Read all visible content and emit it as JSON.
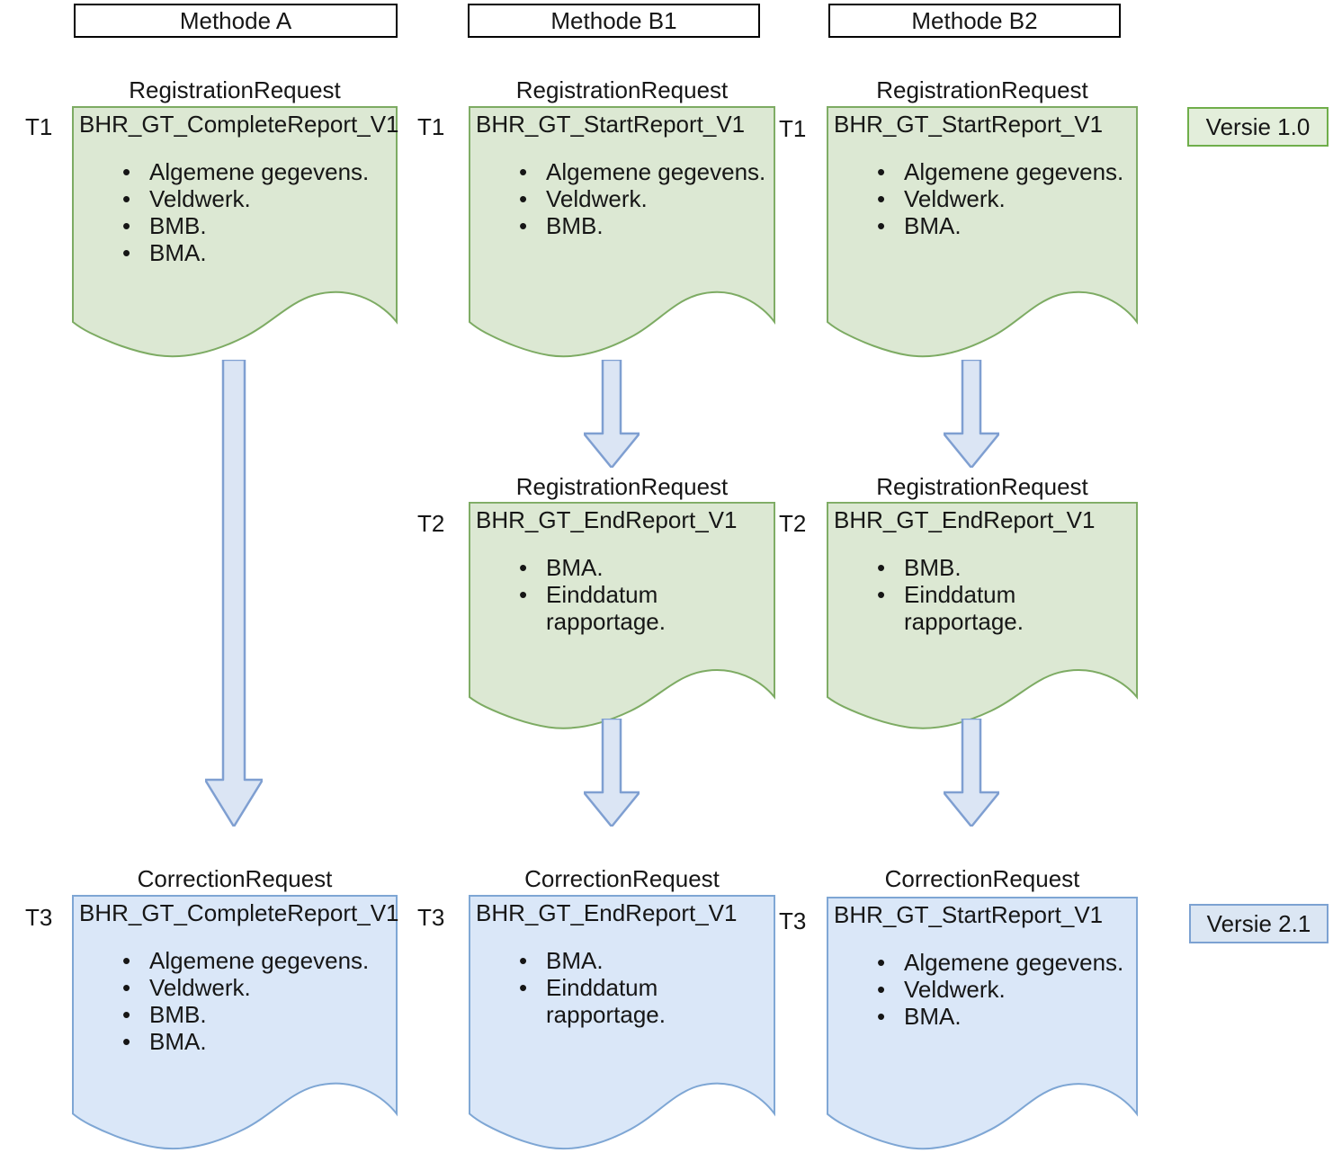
{
  "headers": {
    "a": "Methode A",
    "b1": "Methode B1",
    "b2": "Methode B2"
  },
  "time_labels": {
    "t1": "T1",
    "t2": "T2",
    "t3": "T3"
  },
  "badges": {
    "v1": {
      "label": "Versie 1.0"
    },
    "v2": {
      "label": "Versie 2.1"
    }
  },
  "docs": {
    "a_t1": {
      "request_type": "RegistrationRequest",
      "title": "BHR_GT_CompleteReport_V1",
      "bullets": [
        "Algemene gegevens.",
        "Veldwerk.",
        "BMB.",
        "BMA."
      ]
    },
    "b1_t1": {
      "request_type": "RegistrationRequest",
      "title": "BHR_GT_StartReport_V1",
      "bullets": [
        "Algemene gegevens.",
        "Veldwerk.",
        "BMB."
      ]
    },
    "b2_t1": {
      "request_type": "RegistrationRequest",
      "title": "BHR_GT_StartReport_V1",
      "bullets": [
        "Algemene gegevens.",
        "Veldwerk.",
        "BMA."
      ]
    },
    "b1_t2": {
      "request_type": "RegistrationRequest",
      "title": "BHR_GT_EndReport_V1",
      "bullets": [
        "BMA.",
        "Einddatum rapportage."
      ]
    },
    "b2_t2": {
      "request_type": "RegistrationRequest",
      "title": "BHR_GT_EndReport_V1",
      "bullets": [
        "BMB.",
        "Einddatum rapportage."
      ]
    },
    "a_t3": {
      "request_type": "CorrectionRequest",
      "title": "BHR_GT_CompleteReport_V1",
      "bullets": [
        "Algemene gegevens.",
        "Veldwerk.",
        "BMB.",
        "BMA."
      ]
    },
    "b1_t3": {
      "request_type": "CorrectionRequest",
      "title": "BHR_GT_EndReport_V1",
      "bullets": [
        "BMA.",
        "Einddatum rapportage."
      ]
    },
    "b2_t3": {
      "request_type": "CorrectionRequest",
      "title": "BHR_GT_StartReport_V1",
      "bullets": [
        "Algemene gegevens.",
        "Veldwerk.",
        "BMA."
      ]
    }
  },
  "colors": {
    "doc_green_fill": "#dce8d3",
    "doc_green_stroke": "#7dab63",
    "doc_blue_fill": "#dae7f8",
    "doc_blue_stroke": "#7ea6d4",
    "arrow_fill": "#dbe5f4",
    "arrow_stroke": "#7f9fd1",
    "badge_green_fill": "#e3eedb",
    "badge_green_stroke": "#6fae4a",
    "badge_blue_fill": "#dbe6f3",
    "badge_blue_stroke": "#7da2d2"
  }
}
